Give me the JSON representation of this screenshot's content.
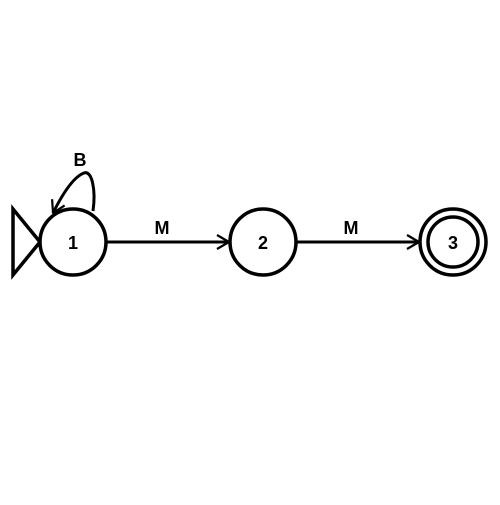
{
  "diagram": {
    "type": "finite-state-automaton",
    "start_state": "1",
    "accept_states": [
      "3"
    ],
    "states": [
      {
        "id": "s1",
        "label": "1",
        "accepting": false
      },
      {
        "id": "s2",
        "label": "2",
        "accepting": false
      },
      {
        "id": "s3",
        "label": "3",
        "accepting": true
      }
    ],
    "transitions": [
      {
        "id": "t11",
        "from": "1",
        "to": "1",
        "label": "B"
      },
      {
        "id": "t12",
        "from": "1",
        "to": "2",
        "label": "M"
      },
      {
        "id": "t23",
        "from": "2",
        "to": "3",
        "label": "M"
      }
    ],
    "colors": {
      "stroke": "#000000",
      "background": "#ffffff"
    }
  }
}
